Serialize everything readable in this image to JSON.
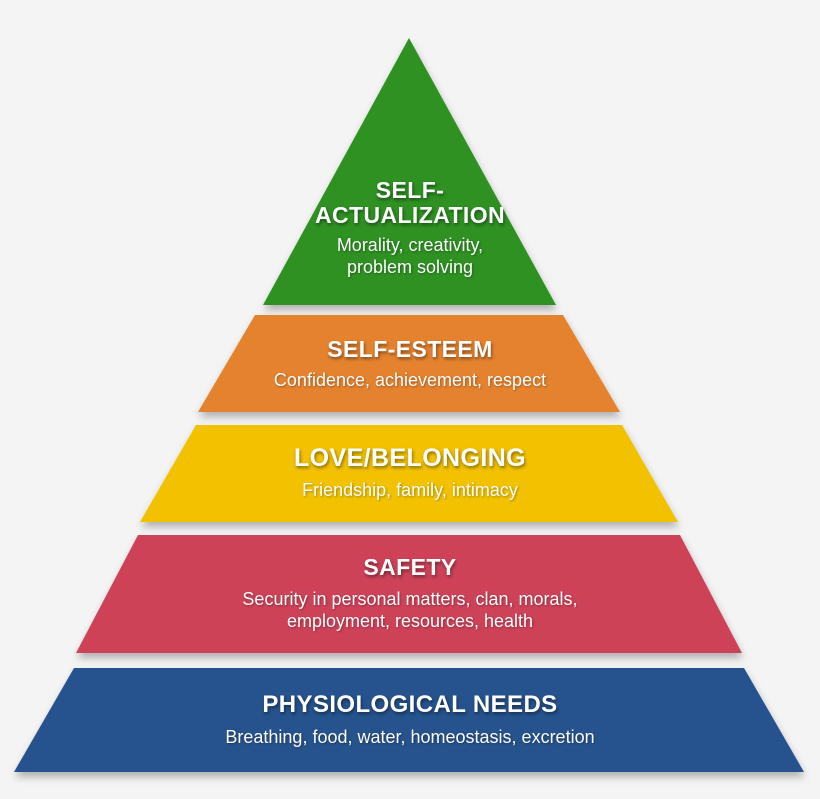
{
  "diagram": {
    "type": "pyramid",
    "background_color": "#f4f4f4",
    "tier_count": 5,
    "tiers": [
      {
        "id": "self-actualization",
        "level": 5,
        "title": "SELF-\nACTUALIZATION",
        "title_line1": "SELF-",
        "title_line2": "ACTUALIZATION",
        "description_line1": "Morality, creativity,",
        "description_line2": "problem solving",
        "color": "#2e9120"
      },
      {
        "id": "self-esteem",
        "level": 4,
        "title": "SELF-ESTEEM",
        "description_line1": "Confidence, achievement, respect",
        "description_line2": "",
        "color": "#e5822e"
      },
      {
        "id": "love-belonging",
        "level": 3,
        "title": "LOVE/BELONGING",
        "description_line1": "Friendship, family, intimacy",
        "description_line2": "",
        "color": "#f2c100"
      },
      {
        "id": "safety",
        "level": 2,
        "title": "SAFETY",
        "description_line1": "Security in personal matters, clan, morals,",
        "description_line2": "employment, resources, health",
        "color": "#ce4259"
      },
      {
        "id": "physiological",
        "level": 1,
        "title": "PHYSIOLOGICAL NEEDS",
        "description_line1": "Breathing, food, water, homeostasis, excretion",
        "description_line2": "",
        "color": "#27538d"
      }
    ]
  }
}
